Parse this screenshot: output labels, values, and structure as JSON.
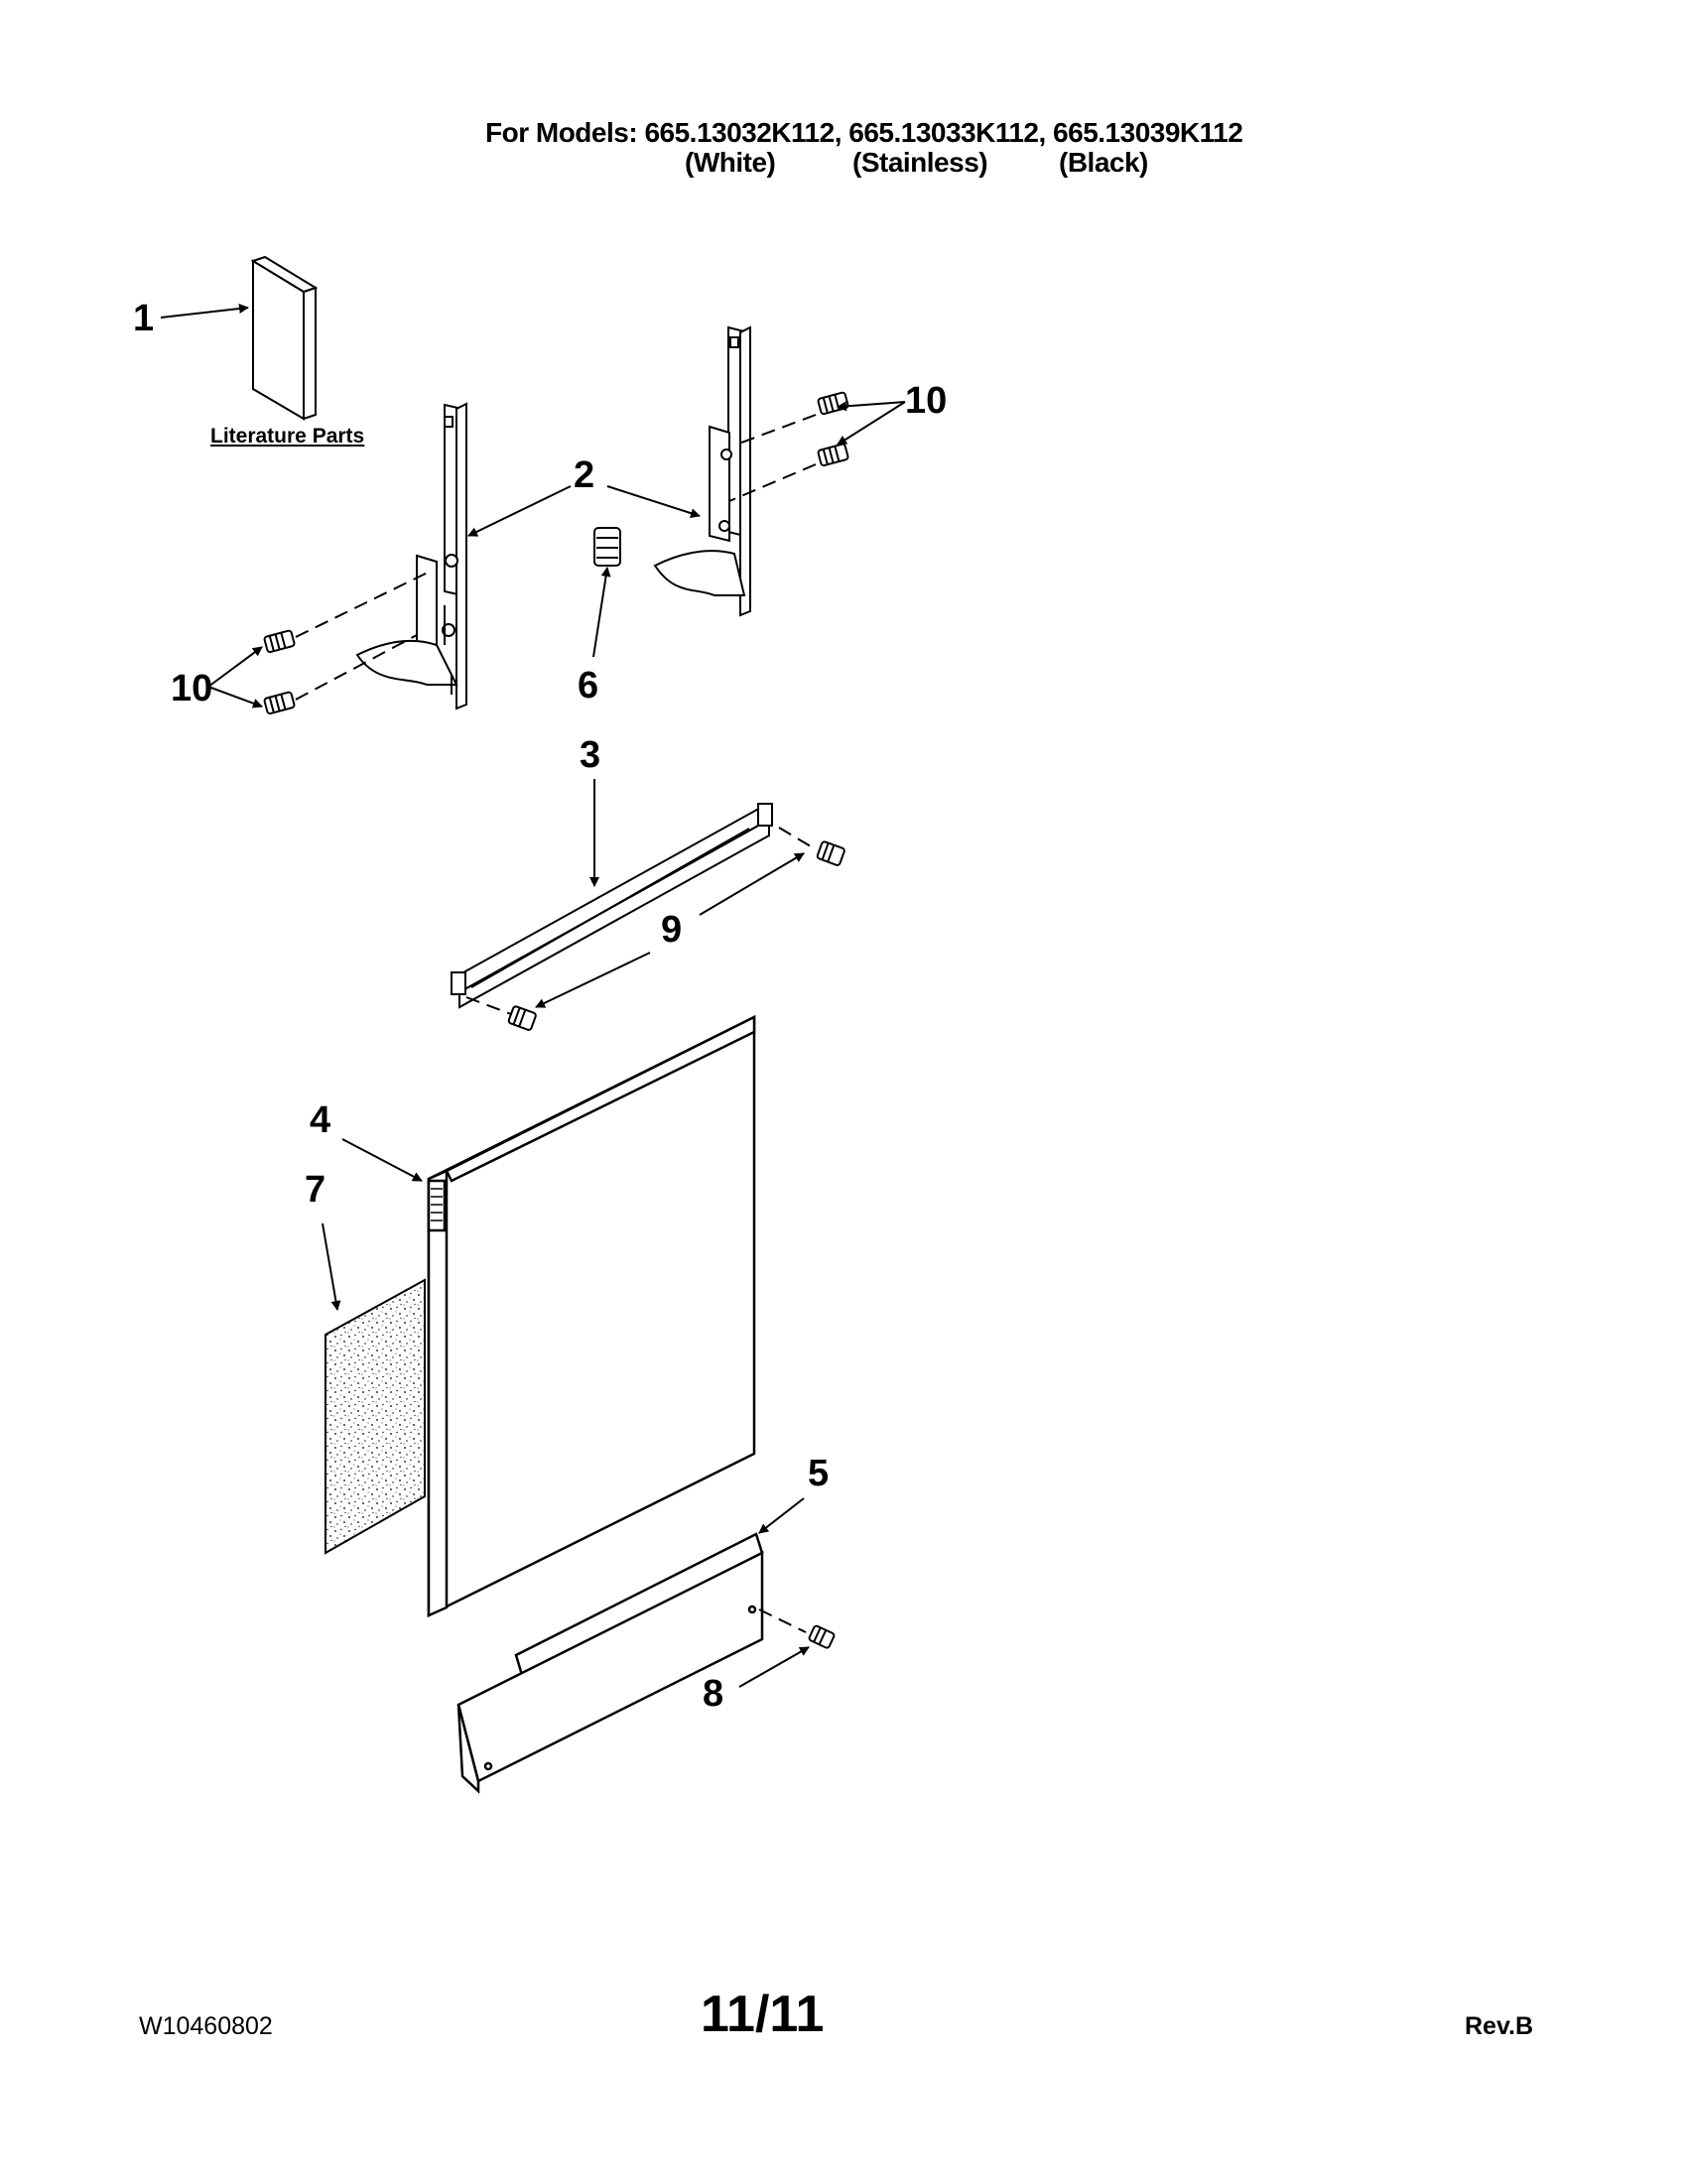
{
  "header": {
    "models_line": "For Models: 665.13032K112, 665.13033K112, 665.13039K112",
    "variants": [
      "(White)",
      "(Stainless)",
      "(Black)"
    ]
  },
  "literature_label": "Literature Parts",
  "callouts": [
    "1",
    "2",
    "3",
    "4",
    "5",
    "6",
    "7",
    "8",
    "9",
    "10",
    "10"
  ],
  "footer": {
    "doc_number": "W10460802",
    "page": "11/11",
    "revision": "Rev.B"
  }
}
